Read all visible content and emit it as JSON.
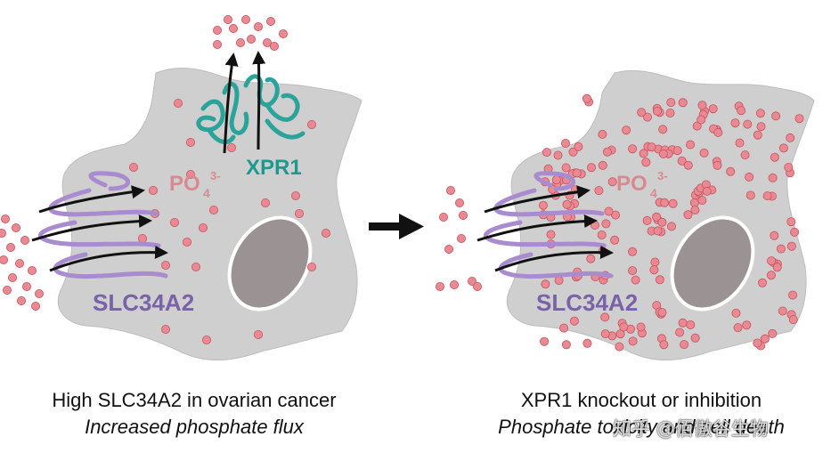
{
  "colors": {
    "cell": "#cfcfcf",
    "cell_edge": "#b9b9b9",
    "nucleus": "#9b9393",
    "nucleus_edge": "#ffffff",
    "phosphate_fill": "#e98a93",
    "phosphate_edge": "#c7515e",
    "slc": "#a98ccf",
    "slc_label": "#7a62a8",
    "xpr": "#2aa39a",
    "xpr_label": "#1d9a90",
    "po4_label": "#d98a90",
    "arrow": "#111111"
  },
  "left_panel": {
    "po4_label": "PO",
    "po4_sub": "4",
    "po4_sup": "3-",
    "xpr_label": "XPR1",
    "slc_label": "SLC34A2",
    "caption": "High SLC34A2 in ovarian cancer",
    "subcaption": "Increased phosphate flux"
  },
  "right_panel": {
    "po4_label": "PO",
    "po4_sub": "4",
    "po4_sup": "3-",
    "slc_label": "SLC34A2",
    "caption": "XPR1 knockout or inhibition",
    "subcaption": "Phosphate toxicity and cell death"
  },
  "watermark": "知乎 @佰傲谷生物"
}
